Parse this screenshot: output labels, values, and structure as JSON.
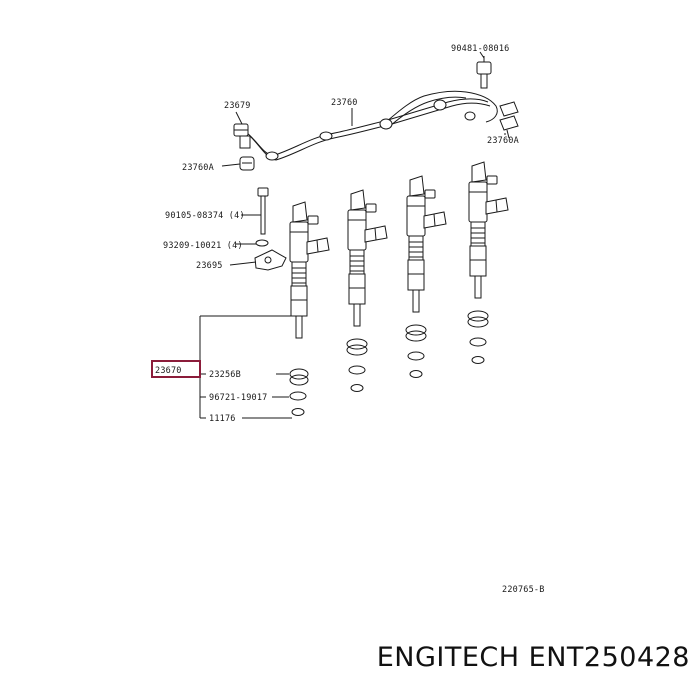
{
  "diagram": {
    "parts": {
      "bolt_top": "90481-08016",
      "pipe_end": "23679",
      "fuel_pipe": "23760",
      "clamp_right": "23760A",
      "clamp_left": "23760A",
      "bolt_left": "90105-08374 (4)",
      "washer_left": "93209-10021 (4)",
      "clamp_injector": "23695",
      "injector": "23670",
      "seal_sleeve": "23256B",
      "o_ring": "96721-19017",
      "gasket": "11176"
    },
    "figure_code": "220765-B",
    "highlight_color": "#8b1c3a"
  },
  "caption": "ENGITECH ENT250428"
}
